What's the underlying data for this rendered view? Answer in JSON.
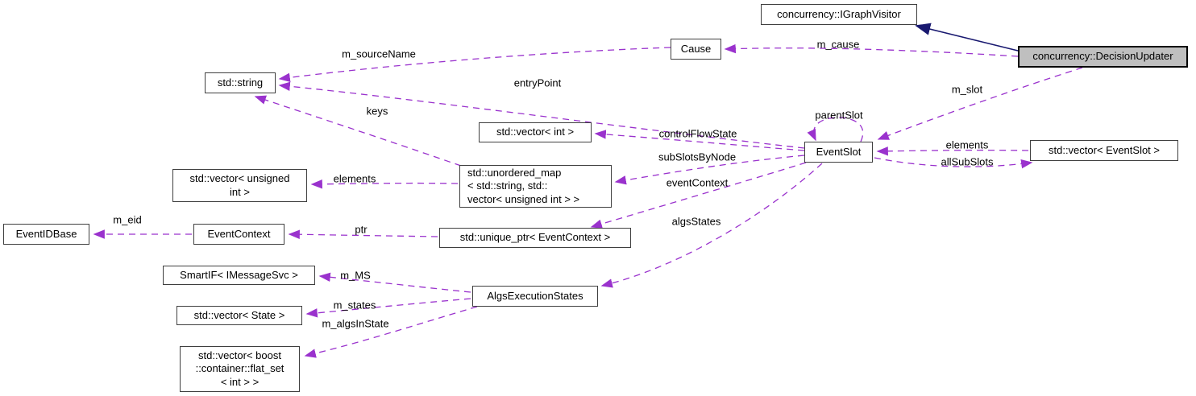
{
  "diagram": {
    "type": "collaboration-graph",
    "main_class": "concurrency::DecisionUpdater"
  },
  "colors": {
    "edge_usage": "#9a32cd",
    "edge_inheritance": "#191970",
    "node_fill": "#ffffff",
    "node_border": "#3f3f3f",
    "highlight_fill": "#bfbfbf",
    "text": "#000000"
  },
  "nodes": {
    "igraphvisitor": {
      "label": "concurrency::IGraphVisitor"
    },
    "decisionupdater": {
      "label": "concurrency::DecisionUpdater"
    },
    "cause": {
      "label": "Cause"
    },
    "stdstring": {
      "label": "std::string"
    },
    "vectorint": {
      "label": "std::vector< int >"
    },
    "eventslot": {
      "label": "EventSlot"
    },
    "vectoreventslot": {
      "label": "std::vector< EventSlot >"
    },
    "unorderedmap": {
      "label": "std::unordered_map\n< std::string, std::\nvector< unsigned int > >"
    },
    "vectorunsigned": {
      "label": "std::vector< unsigned\nint >"
    },
    "eventidbase": {
      "label": "EventIDBase"
    },
    "eventcontext": {
      "label": "EventContext"
    },
    "uniqueptr": {
      "label": "std::unique_ptr< EventContext >"
    },
    "smartif": {
      "label": "SmartIF< IMessageSvc >"
    },
    "vectorstate": {
      "label": "std::vector< State >"
    },
    "algsexec": {
      "label": "AlgsExecutionStates"
    },
    "flatset": {
      "label": "std::vector< boost\n::container::flat_set\n< int > >"
    }
  },
  "edges": {
    "m_cause": {
      "label": "m_cause"
    },
    "m_sourceName": {
      "label": "m_sourceName"
    },
    "entryPoint": {
      "label": "entryPoint"
    },
    "keys": {
      "label": "keys"
    },
    "m_slot": {
      "label": "m_slot"
    },
    "parentSlot": {
      "label": "parentSlot"
    },
    "controlFlowState": {
      "label": "controlFlowState"
    },
    "subSlotsByNode": {
      "label": "subSlotsByNode"
    },
    "eventContext": {
      "label": "eventContext"
    },
    "algsStates": {
      "label": "algsStates"
    },
    "elements_slot": {
      "label": "elements"
    },
    "allSubSlots": {
      "label": "allSubSlots"
    },
    "elements_uint": {
      "label": "elements"
    },
    "m_eid": {
      "label": "m_eid"
    },
    "ptr": {
      "label": "ptr"
    },
    "m_MS": {
      "label": "m_MS"
    },
    "m_states": {
      "label": "m_states"
    },
    "m_algsInState": {
      "label": "m_algsInState"
    }
  }
}
